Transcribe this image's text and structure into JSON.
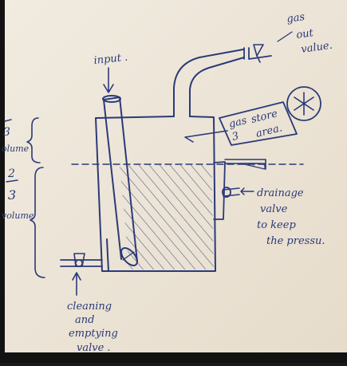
{
  "colors": {
    "paper": "#efe7d9",
    "paper_shadow": "#d9cfbf",
    "ink": "#2b3a78",
    "frame": "#111111"
  },
  "labels": {
    "input": "input .",
    "gas_out_1": "gas",
    "gas_out_2": "out",
    "gas_out_3": "value.",
    "gas_store_1": "gas",
    "gas_store_2": "store",
    "gas_store_3": "area.",
    "gas_store_fraction": "3",
    "left_top_frac": "3",
    "left_top_vol": "olume",
    "left_bottom_num": "2",
    "left_bottom_den": "3",
    "left_bottom_vol": "volume",
    "drain_1": "drainage",
    "drain_2": "valve",
    "drain_3": "to keep",
    "drain_4": "the pressu.",
    "clean_1": "cleaning",
    "clean_2": "and",
    "clean_3": "emptying",
    "clean_4": "valve ."
  }
}
